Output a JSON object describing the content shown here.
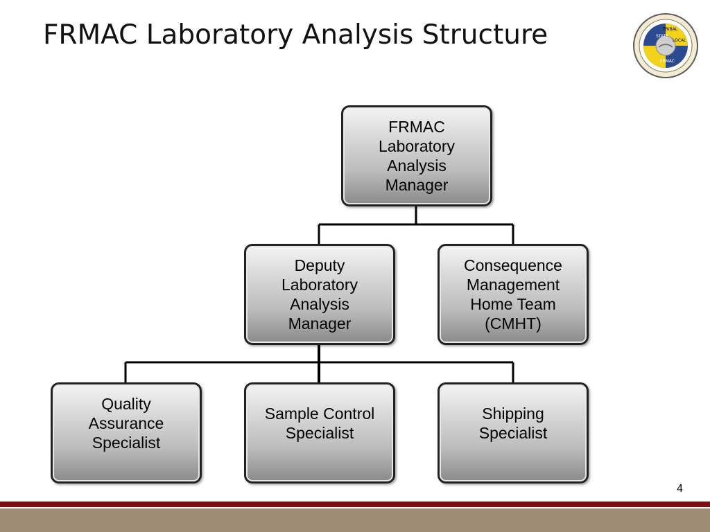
{
  "slide": {
    "title": "FRMAC Laboratory Analysis Structure",
    "page_number": "4"
  },
  "seal": {
    "icon": "frmac-seal-icon",
    "words": [
      "STATE",
      "TRIBAL",
      "LOCAL",
      "FRMAC"
    ]
  },
  "org_chart": {
    "top": {
      "label": "FRMAC\nLaboratory\nAnalysis\nManager"
    },
    "deputy": {
      "label": "Deputy\nLaboratory\nAnalysis\nManager"
    },
    "cmht": {
      "label": "Consequence\nManagement\nHome Team\n(CMHT)"
    },
    "qa": {
      "label": "Quality\nAssurance\nSpecialist"
    },
    "sample": {
      "label": "Sample Control\nSpecialist"
    },
    "shipping": {
      "label": "Shipping\nSpecialist"
    }
  },
  "colors": {
    "footer_red": "#7a0f12",
    "footer_tan": "#a08b77",
    "seal_blue": "#2b4a8f",
    "seal_yellow": "#f2d21b"
  }
}
